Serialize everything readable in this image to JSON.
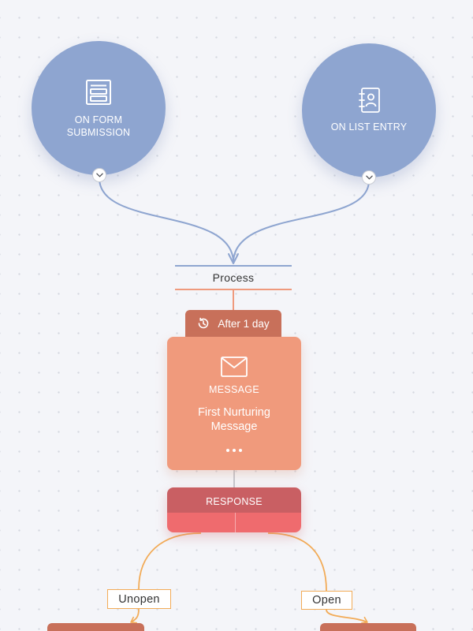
{
  "triggers": [
    {
      "label": "ON FORM SUBMISSION",
      "icon": "form-icon",
      "expand_icon": "chevron-down-icon"
    },
    {
      "label": "ON LIST ENTRY",
      "icon": "contact-list-icon",
      "expand_icon": "chevron-down-icon"
    }
  ],
  "process": {
    "label": "Process"
  },
  "delay": {
    "label": "After 1 day",
    "icon": "clock-history-icon"
  },
  "message": {
    "type_label": "MESSAGE",
    "title": "First Nurturing Message",
    "icon": "envelope-icon",
    "more_icon": "more-icon"
  },
  "response": {
    "label": "RESPONSE"
  },
  "branches": [
    {
      "label": "Unopen"
    },
    {
      "label": "Open"
    }
  ],
  "colors": {
    "canvas_bg": "#f4f5f9",
    "trigger": "#8ea5d0",
    "process_line_top": "#8ea5d0",
    "process_line_bottom": "#ef9a7d",
    "delay_tab": "#c8705a",
    "message_card": "#f09a7c",
    "response_top": "#c95f63",
    "response_bottom": "#ef6b6e",
    "branch_line": "#f2ab57",
    "connector_gray": "#c5c8cf"
  }
}
